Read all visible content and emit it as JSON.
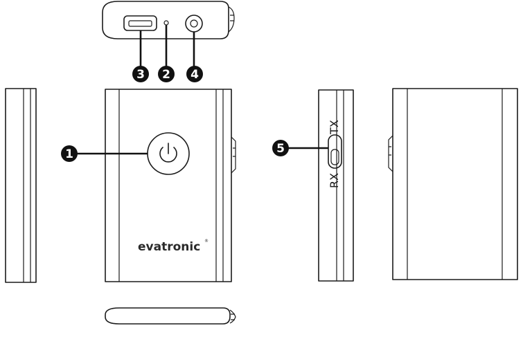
{
  "brand": {
    "text": "evatronic",
    "mark": "®"
  },
  "switch_labels": {
    "tx": "TX",
    "rx": "RX"
  },
  "callouts": [
    "1",
    "2",
    "3",
    "4",
    "5"
  ],
  "components": {
    "power_button_icon": "power-icon",
    "usb_port_icon": "micro-usb-port-icon",
    "led_icon": "led-indicator-icon",
    "audio_jack_icon": "audio-jack-icon",
    "mode_switch_icon": "slide-switch-icon"
  },
  "colors": {
    "line": "#1a1a1a",
    "callout": "#111111",
    "background": "#ffffff"
  }
}
